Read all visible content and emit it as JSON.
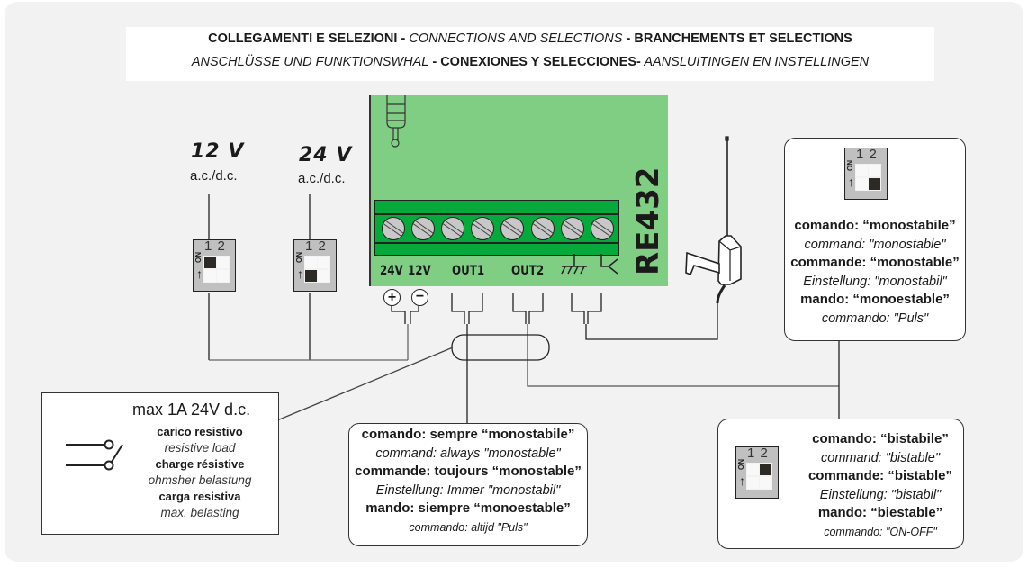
{
  "title": {
    "line1": [
      {
        "text": "COLLEGAMENTI E SELEZIONI",
        "style": "bold"
      },
      {
        "text": " - ",
        "style": "bold"
      },
      {
        "text": "CONNECTIONS AND SELECTIONS",
        "style": "italic"
      },
      {
        "text": " - ",
        "style": "bold"
      },
      {
        "text": "BRANCHEMENTS ET SELECTIONS",
        "style": "bold"
      }
    ],
    "line2": [
      {
        "text": "ANSCHLÜSSE UND FUNKTIONSWHAL",
        "style": "italic"
      },
      {
        "text": " - ",
        "style": "bold"
      },
      {
        "text": "CONEXIONES Y SELECCIONES-",
        "style": "bold"
      },
      {
        "text": " AANSLUITINGEN EN INSTELLINGEN",
        "style": "italic"
      }
    ]
  },
  "power": {
    "v12": {
      "label": "12 V",
      "sub": "a.c./d.c."
    },
    "v24": {
      "label": "24 V",
      "sub": "a.c./d.c."
    }
  },
  "dip_switches": {
    "numbers": "1 2",
    "on_label": "ON",
    "v12": {
      "switch1": "on",
      "switch2": "off"
    },
    "v24": {
      "switch1": "off",
      "switch2": "off"
    },
    "monostable": {
      "switch1": "off",
      "switch2": "off"
    },
    "bistable": {
      "switch1": "off",
      "switch2": "on"
    }
  },
  "board": {
    "model": "RE432",
    "terminal_labels": [
      "24V",
      "12V",
      "OUT1",
      "OUT2"
    ],
    "terminal_count": 8,
    "ground_symbol": "ground-icon",
    "antenna_symbol": "antenna-terminal-icon",
    "polarity": [
      "+",
      "−"
    ],
    "color": "#80cd84",
    "terminal_color": "#08a93c"
  },
  "load_box": {
    "head": "max 1A 24V d.c.",
    "lines": [
      {
        "text": "carico resistivo",
        "style": "b"
      },
      {
        "text": "resistive load",
        "style": "i"
      },
      {
        "text": "charge résistive",
        "style": "b"
      },
      {
        "text": "ohmsher belastung",
        "style": "i"
      },
      {
        "text": "carga resistiva",
        "style": "b"
      },
      {
        "text": "max. belasting",
        "style": "i"
      }
    ]
  },
  "out1_box": {
    "lines": [
      {
        "text": "comando: sempre “monostabile”",
        "style": "b"
      },
      {
        "text": "command: always \"monostable\"",
        "style": "i"
      },
      {
        "text": "commande: toujours “monostable”",
        "style": "b"
      },
      {
        "text": "Einstellung: Immer \"monostabil\"",
        "style": "i"
      },
      {
        "text": "mando: siempre “monoestable”",
        "style": "b"
      },
      {
        "text": "commando: altijd \"Puls\"",
        "style": "s"
      }
    ]
  },
  "mono_box": {
    "lines": [
      {
        "text": "comando: “monostabile”",
        "style": "b"
      },
      {
        "text": "command: \"monostable\"",
        "style": "i"
      },
      {
        "text": "commande: “monostable”",
        "style": "b"
      },
      {
        "text": "Einstellung: \"monostabil\"",
        "style": "i"
      },
      {
        "text": "mando: “monoestable”",
        "style": "b"
      },
      {
        "text": "commando: \"Puls\"",
        "style": "i"
      }
    ]
  },
  "bi_box": {
    "lines": [
      {
        "text": "comando: “bistabile”",
        "style": "b"
      },
      {
        "text": "command: \"bistable\"",
        "style": "i"
      },
      {
        "text": "commande: “bistable”",
        "style": "b"
      },
      {
        "text": "Einstellung: \"bistabil\"",
        "style": "i"
      },
      {
        "text": "mando: “biestable”",
        "style": "b"
      },
      {
        "text": "commando: \"ON-OFF\"",
        "style": "s"
      }
    ]
  }
}
